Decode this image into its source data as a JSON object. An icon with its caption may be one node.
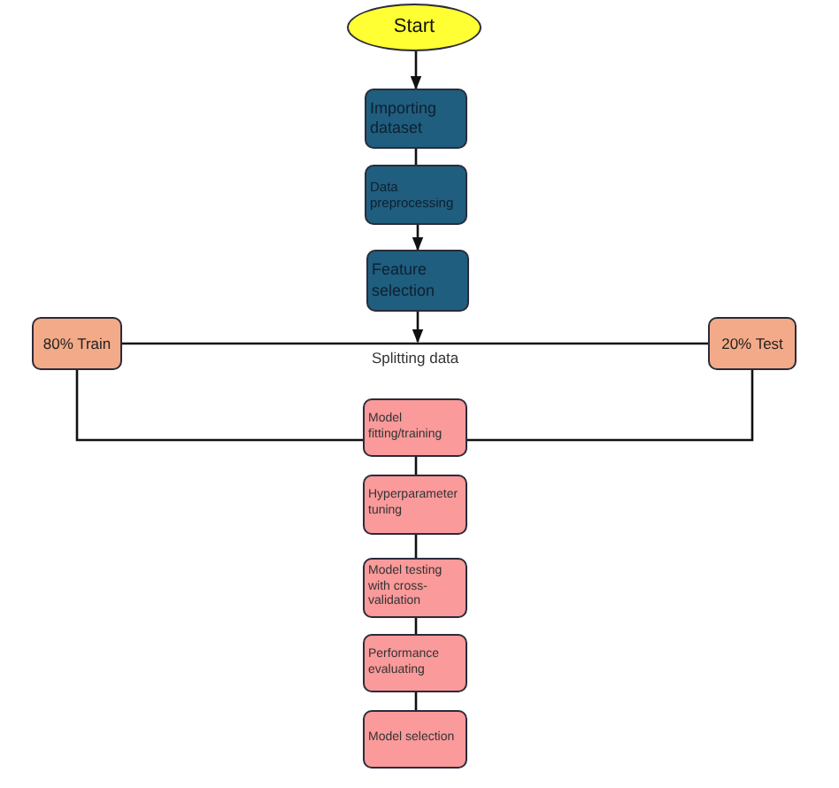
{
  "diagram": {
    "nodes": [
      {
        "text": [
          "Start"
        ]
      },
      {
        "text": [
          "Importing dataset"
        ]
      },
      {
        "text": [
          "Data preprocessing"
        ]
      },
      {
        "text": [
          "Feature selection"
        ]
      },
      {
        "text": [
          "80% Train"
        ]
      },
      {
        "text": [
          "20% Test"
        ]
      },
      {
        "text": [
          "Model fitting/training"
        ]
      },
      {
        "text": [
          "Hyperparameter tuning"
        ]
      },
      {
        "text": [
          "Model testing with cross-validation"
        ]
      },
      {
        "text": [
          "Performance evaluating"
        ]
      },
      {
        "text": [
          "Model selection"
        ]
      }
    ],
    "edges": [
      {
        "from": 0,
        "to": 1,
        "arrow": "to"
      },
      {
        "from": 1,
        "to": 2,
        "arrow": "none"
      },
      {
        "from": 2,
        "to": 3,
        "arrow": "to"
      },
      {
        "from": 4,
        "to": 5,
        "arrow": "none",
        "label": "Splitting data"
      },
      {
        "from": 3,
        "to": null,
        "arrow": "to"
      },
      {
        "from": 4,
        "to": 6,
        "arrow": "none"
      },
      {
        "from": 5,
        "to": 6,
        "arrow": "none"
      },
      {
        "from": 6,
        "to": 7,
        "arrow": "none"
      },
      {
        "from": 7,
        "to": 8,
        "arrow": "none"
      },
      {
        "from": 8,
        "to": 9,
        "arrow": "none"
      },
      {
        "from": 9,
        "to": 10,
        "arrow": "none"
      }
    ]
  }
}
